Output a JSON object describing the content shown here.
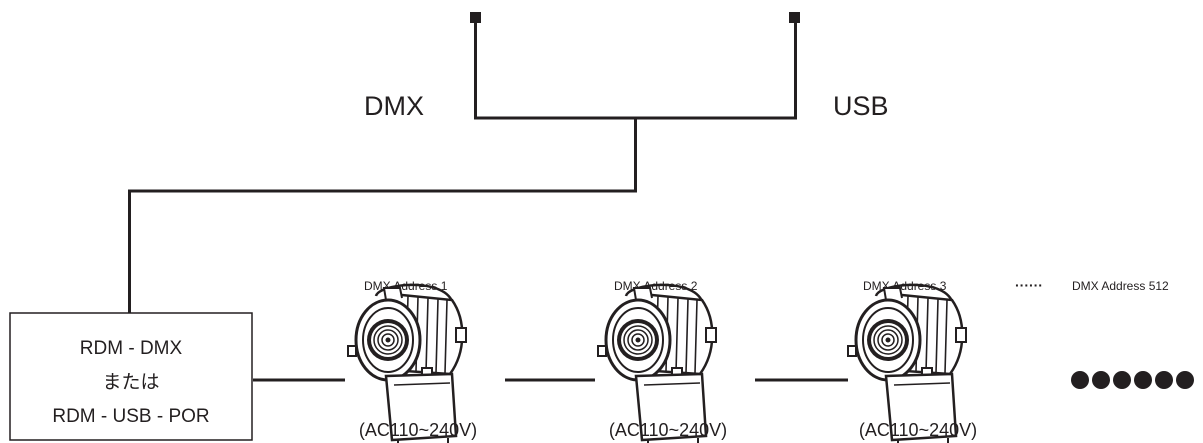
{
  "top_labels": {
    "left": "DMX",
    "right": "USB"
  },
  "controller_box": {
    "line1": "RDM - DMX",
    "line2": "または",
    "line3": "RDM - USB - POR"
  },
  "fixtures": [
    {
      "address": "DMX  Address 1",
      "voltage": "(AC110~240V)"
    },
    {
      "address": "DMX  Address 2",
      "voltage": "(AC110~240V)"
    },
    {
      "address": "DMX  Address 3",
      "voltage": "(AC110~240V)"
    }
  ],
  "ellipsis_mark": "······",
  "last_address": "DMX  Address 512",
  "continuation_count": 6,
  "colors": {
    "line": "#231f20",
    "background": "#ffffff"
  }
}
